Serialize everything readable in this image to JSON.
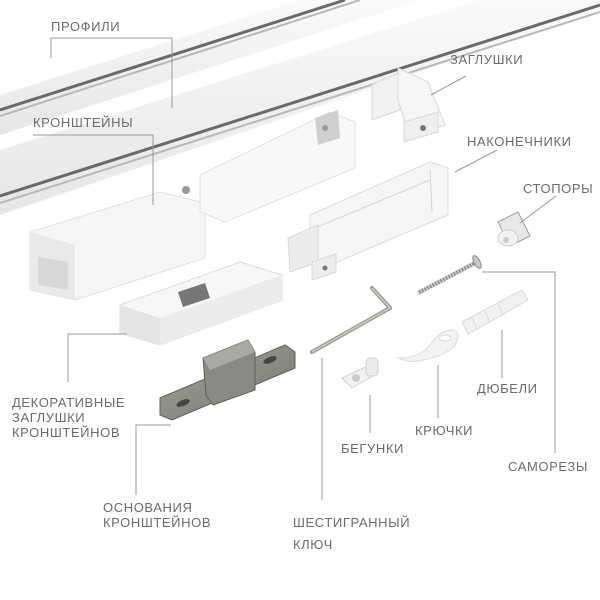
{
  "colors": {
    "background": "#ffffff",
    "label_text": "#6b6b6b",
    "leader_line": "#9a9a9a",
    "white_part": "#f4f4f4",
    "white_part_shade": "#dcdcdc",
    "metal": "#8c8c86",
    "metal_dark": "#5f5f5a"
  },
  "labels": {
    "profiles": "ПРОФИЛИ",
    "brackets": "КРОНШТЕЙНЫ",
    "end_caps": "ЗАГЛУШКИ",
    "finials": "НАКОНЕЧНИКИ",
    "stoppers": "СТОПОРЫ",
    "decorative_caps": "ДЕКОРАТИВНЫЕ\nЗАГЛУШКИ\nКРОНШТЕЙНОВ",
    "bracket_bases": "ОСНОВАНИЯ\nКРОНШТЕЙНОВ",
    "hex_key": "ШЕСТИГРАННЫЙ\nКЛЮЧ",
    "runners": "БЕГУНКИ",
    "hooks": "КРЮЧКИ",
    "dowels": "ДЮБЕЛИ",
    "screws": "САМОРЕЗЫ"
  },
  "parts": [
    {
      "id": "profiles",
      "icon": "rail-profile-icon"
    },
    {
      "id": "brackets",
      "icon": "bracket-icon"
    },
    {
      "id": "end_caps",
      "icon": "end-cap-icon"
    },
    {
      "id": "finials",
      "icon": "finial-icon"
    },
    {
      "id": "stoppers",
      "icon": "stopper-icon"
    },
    {
      "id": "decorative_caps",
      "icon": "decorative-cap-icon"
    },
    {
      "id": "bracket_bases",
      "icon": "bracket-base-icon"
    },
    {
      "id": "hex_key",
      "icon": "hex-key-icon"
    },
    {
      "id": "runners",
      "icon": "runner-icon"
    },
    {
      "id": "hooks",
      "icon": "hook-icon"
    },
    {
      "id": "dowels",
      "icon": "dowel-icon"
    },
    {
      "id": "screws",
      "icon": "screw-icon"
    }
  ]
}
